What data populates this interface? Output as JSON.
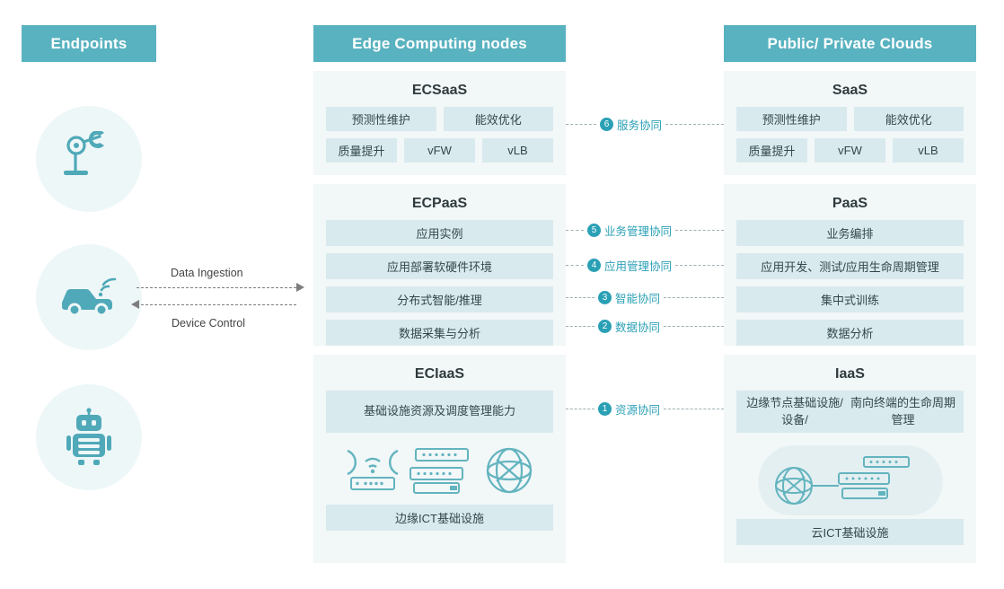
{
  "headers": {
    "endpoints": "Endpoints",
    "edge": "Edge Computing nodes",
    "cloud": "Public/ Private Clouds"
  },
  "endpoint_icons": [
    {
      "name": "robot-arm-icon"
    },
    {
      "name": "connected-car-icon"
    },
    {
      "name": "humanoid-robot-icon"
    }
  ],
  "flows": {
    "ingestion": "Data Ingestion",
    "control": "Device Control"
  },
  "edge": {
    "saas": {
      "title": "ECSaaS",
      "row1": [
        "预测性维护",
        "能效优化"
      ],
      "row2": [
        "质量提升",
        "vFW",
        "vLB"
      ]
    },
    "paas": {
      "title": "ECPaaS",
      "items": [
        "应用实例",
        "应用部署软硬件环境",
        "分布式智能/推理",
        "数据采集与分析"
      ]
    },
    "iaas": {
      "title": "ECIaaS",
      "capability": "基础设施资源及调度管理能力",
      "infra": "边缘ICT基础设施"
    }
  },
  "cloud": {
    "saas": {
      "title": "SaaS",
      "row1": [
        "预测性维护",
        "能效优化"
      ],
      "row2": [
        "质量提升",
        "vFW",
        "vLB"
      ]
    },
    "paas": {
      "title": "PaaS",
      "items": [
        "业务编排",
        "应用开发、测试/应用生命周期管理",
        "集中式训练",
        "数据分析"
      ]
    },
    "iaas": {
      "title": "IaaS",
      "capability": "边缘节点基础设施/设备/\n南向终端的生命周期管理",
      "capability_line1": "边缘节点基础设施/设备/",
      "capability_line2": "南向终端的生命周期管理",
      "infra": "云ICT基础设施"
    }
  },
  "connectors": [
    {
      "num": "6",
      "label": "服务协同"
    },
    {
      "num": "5",
      "label": "业务管理协同"
    },
    {
      "num": "4",
      "label": "应用管理协同"
    },
    {
      "num": "3",
      "label": "智能协同"
    },
    {
      "num": "2",
      "label": "数据协同"
    },
    {
      "num": "1",
      "label": "资源协同"
    }
  ],
  "colors": {
    "header_bg": "#59b2c0",
    "panel_bg": "#f2f7f8",
    "cell_bg": "#d9eaee",
    "accent": "#2aa0b5",
    "circle_bg": "#eef7f8"
  }
}
